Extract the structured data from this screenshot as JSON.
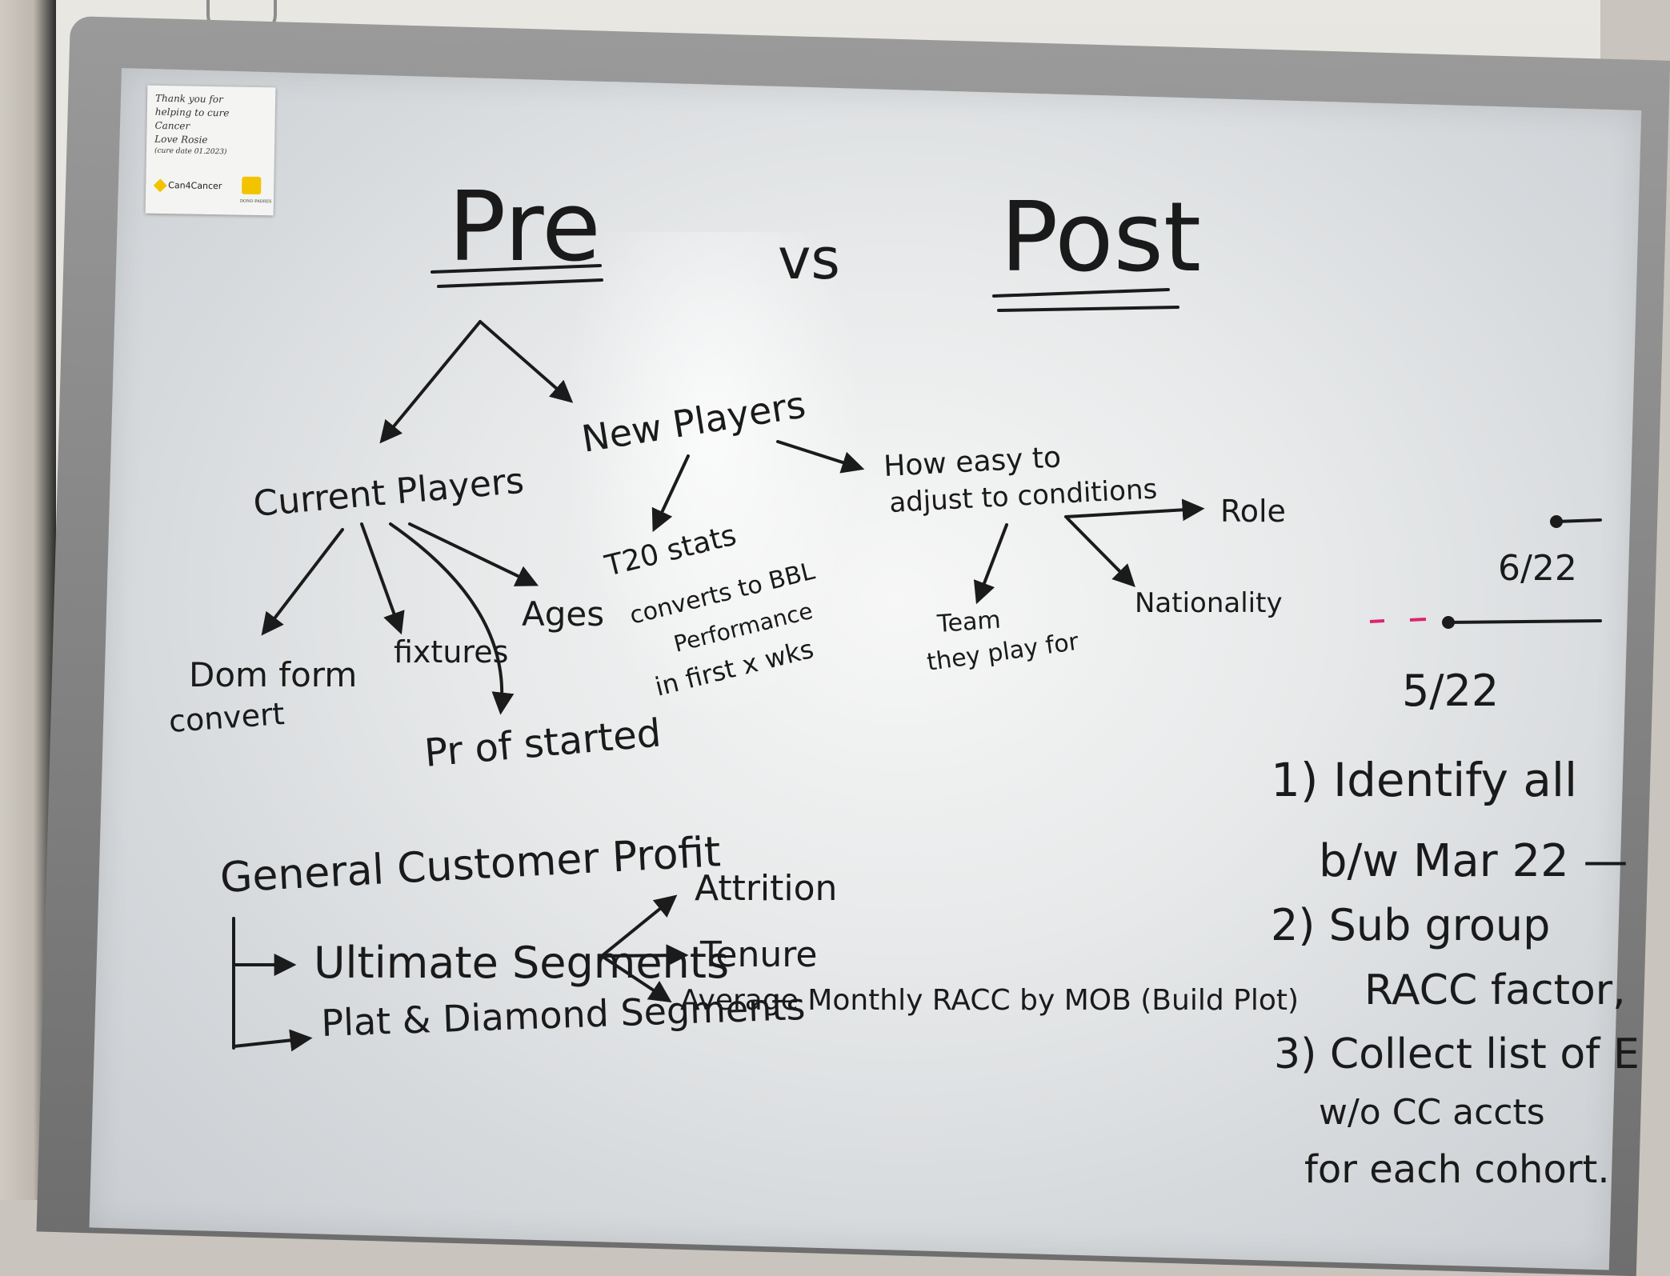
{
  "sticky_note": {
    "lines": [
      "Thank you for",
      "helping to cure",
      "Cancer",
      "Love Rosie",
      "(cure date 01.2023)"
    ],
    "brand": "Can4Cancer",
    "logo_caption": "DONO PADRES"
  },
  "whiteboard": {
    "title_pre": "Pre",
    "title_vs": "vs",
    "title_post": "Post",
    "current_players": "Current Players",
    "new_players": "New Players",
    "dom_form_line1": "Dom form",
    "dom_form_line2": "convert",
    "fixtures": "fixtures",
    "ages": "Ages",
    "pr_of_started": "Pr of started",
    "t20_line1": "T20 stats",
    "t20_line2": "converts to BBL",
    "t20_line3": "Performance",
    "t20_line4": "in first x wks",
    "how_easy_line1": "How easy to",
    "how_easy_line2": "adjust to conditions",
    "role": "Role",
    "nationality": "Nationality",
    "team_line1": "Team",
    "team_line2": "they play for",
    "date_6_22": "6/22",
    "date_5_22": "5/22",
    "general_customer_profit": "General Customer Profit",
    "ultimate_segments": "Ultimate Segments",
    "plat_diamond_segments": "Plat & Diamond Segments",
    "attrition": "Attrition",
    "tenure": "Tenure",
    "average_monthly": "Average Monthly RACC by MOB (Build Plot)",
    "step1_line1": "1) Identify all",
    "step1_line2": "b/w Mar 22 —",
    "step2_line1": "2) Sub group",
    "step2_line2": "RACC factor,",
    "step3_line1": "3) Collect list of E",
    "step3_line2": "w/o CC accts",
    "step3_line3": "for each cohort."
  }
}
